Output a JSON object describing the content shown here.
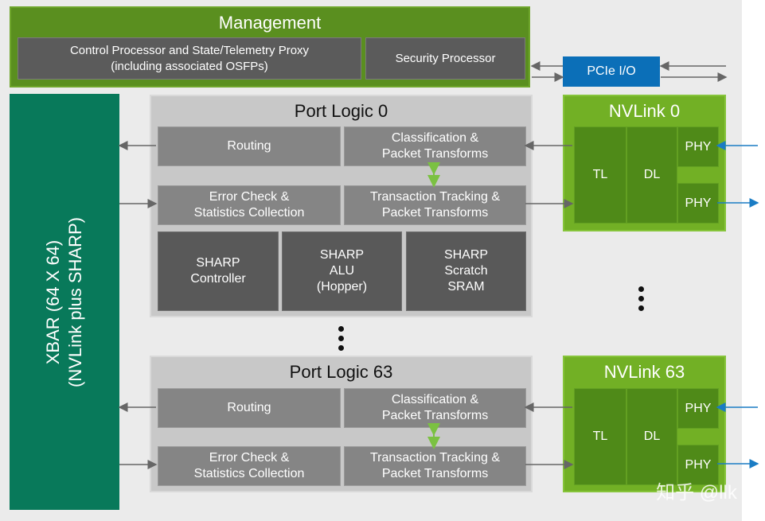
{
  "management": {
    "title": "Management",
    "control_processor": "Control Processor and State/Telemetry Proxy\n(including associated OSFPs)",
    "security_processor": "Security Processor"
  },
  "pcie": {
    "label": "PCIe I/O"
  },
  "xbar": {
    "line1": "XBAR (64 X 64)",
    "line2": "(NVLink plus SHARP)"
  },
  "port_logic_0": {
    "title": "Port Logic 0",
    "routing": "Routing",
    "classification": "Classification &\nPacket Transforms",
    "error_check": "Error Check &\nStatistics Collection",
    "transaction": "Transaction Tracking &\nPacket Transforms",
    "sharp_controller": "SHARP\nController",
    "sharp_alu": "SHARP\nALU\n(Hopper)",
    "sharp_sram": "SHARP\nScratch\nSRAM"
  },
  "port_logic_63": {
    "title": "Port Logic 63",
    "routing": "Routing",
    "classification": "Classification &\nPacket Transforms",
    "error_check": "Error Check &\nStatistics Collection",
    "transaction": "Transaction Tracking &\nPacket Transforms"
  },
  "nvlink_0": {
    "title": "NVLink 0",
    "tl": "TL",
    "dl": "DL",
    "phy_top": "PHY",
    "phy_bottom": "PHY"
  },
  "nvlink_63": {
    "title": "NVLink 63",
    "tl": "TL",
    "dl": "DL",
    "phy_top": "PHY",
    "phy_bottom": "PHY"
  },
  "watermark": "知乎 @llk",
  "colors": {
    "management_green": "#5a8f1f",
    "xbar_green": "#08795a",
    "nvlink_green": "#72b025",
    "pcie_blue": "#0b6fb8",
    "port_gray": "#c8c8c8",
    "cell_gray": "#858585",
    "sharp_gray": "#595959"
  }
}
